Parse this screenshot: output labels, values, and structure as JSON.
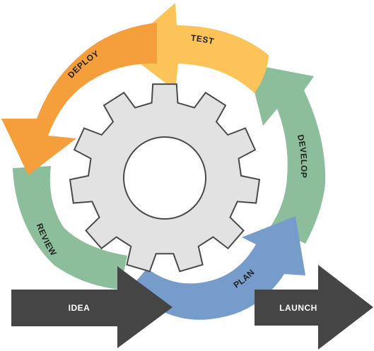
{
  "diagram": {
    "steps": {
      "test": "TEST",
      "deploy": "DEPLOY",
      "develop": "DEVELOP",
      "review": "REVIEW",
      "plan": "PLAN"
    },
    "idea": "IDEA",
    "launch": "LAUNCH",
    "gear_icon": "gear-icon"
  },
  "colors": {
    "test": "#FCC458",
    "deploy": "#F59E3C",
    "develop": "#8DBE9C",
    "review": "#8DBE9C",
    "plan": "#759CCB",
    "idea": "#454545",
    "launch": "#454545",
    "gear_fill": "#E2E2E2",
    "gear_stroke": "#4A4A4A"
  }
}
